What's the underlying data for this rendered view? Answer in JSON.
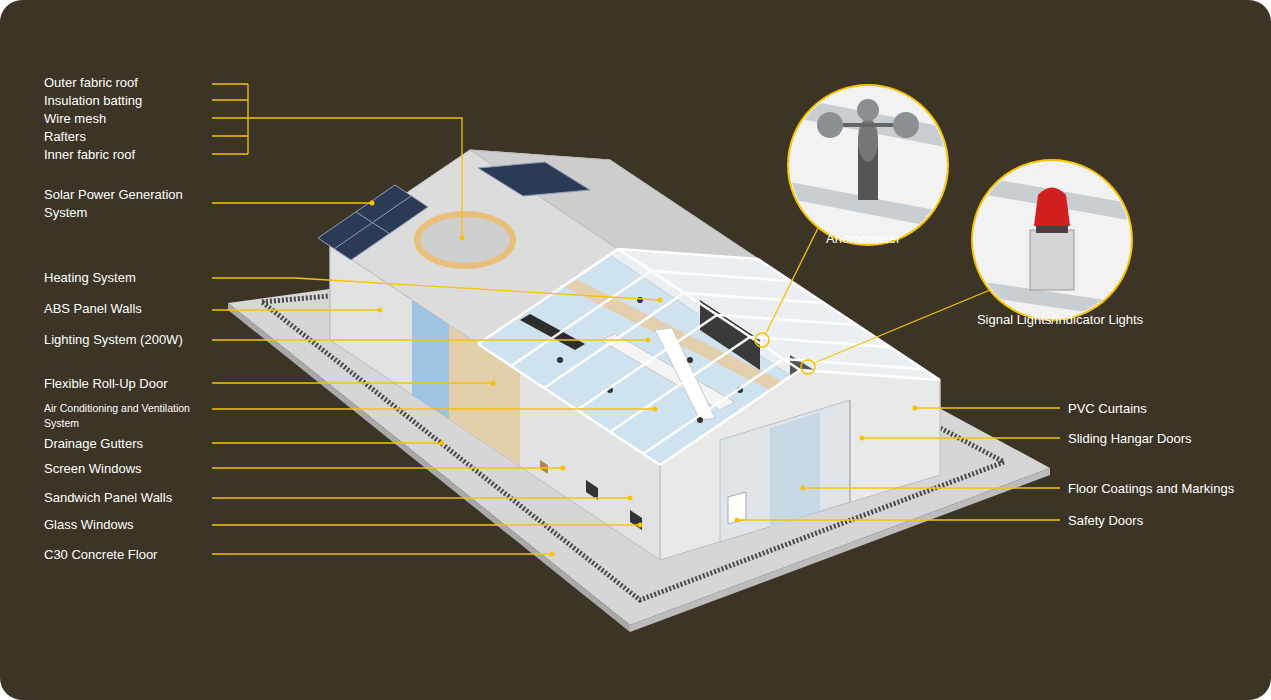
{
  "diagram": {
    "labels": [
      "Outer fabric roof",
      "Insulation batting",
      "Wire mesh",
      "Rafters",
      "Inner fabric roof",
      "Solar Power Generation System",
      "Heating System",
      "ABS Panel Walls",
      "Lighting System (200W)",
      "Flexible Roll-Up Door",
      "Air Conditioning and Ventilation System",
      "Drainage Gutters",
      "Screen Windows",
      "Sandwich Panel Walls",
      "Glass Windows",
      "C30 Concrete Floor",
      "Anemometer",
      "Signal Lights/Indicator Lights",
      "PVC Curtains",
      "Sliding Hangar Doors",
      "Floor Coatings and Markings",
      "Safety Doors"
    ]
  }
}
